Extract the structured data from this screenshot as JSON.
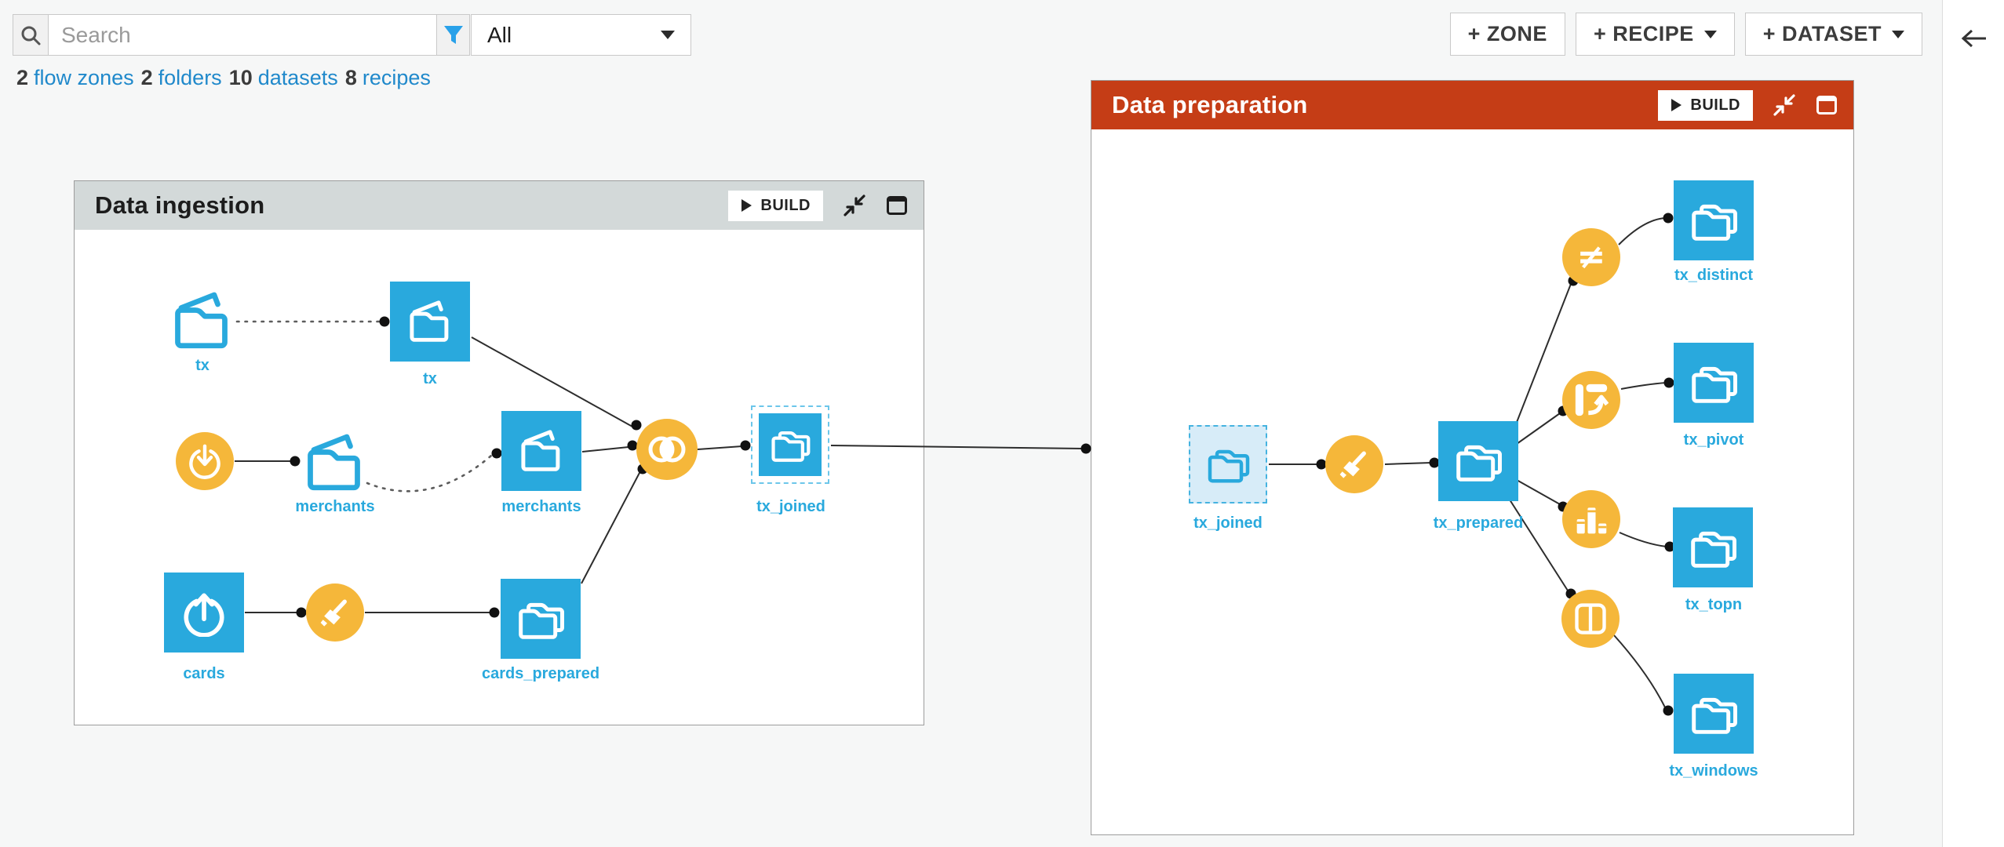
{
  "toolbar": {
    "search": {
      "placeholder": "Search"
    },
    "filter_dropdown": {
      "value": "All"
    },
    "actions": [
      {
        "label": "+ ZONE"
      },
      {
        "label": "+ RECIPE"
      },
      {
        "label": "+ DATASET"
      }
    ]
  },
  "summary": {
    "parts": [
      {
        "count": "2",
        "label": "flow zones"
      },
      {
        "count": "2",
        "label": "folders"
      },
      {
        "count": "10",
        "label": "datasets"
      },
      {
        "count": "8",
        "label": "recipes"
      }
    ]
  },
  "zones": [
    {
      "title": "Data ingestion",
      "build_label": "BUILD"
    },
    {
      "title": "Data preparation",
      "build_label": "BUILD"
    }
  ],
  "nodes": {
    "tx_source_folder": {
      "label": "tx",
      "kind": "managed-folder"
    },
    "tx_dataset": {
      "label": "tx",
      "kind": "dataset"
    },
    "merchants_source_folder": {
      "label": "merchants",
      "kind": "managed-folder"
    },
    "merchants_dataset": {
      "label": "merchants",
      "kind": "dataset"
    },
    "cards_dataset": {
      "label": "cards",
      "kind": "uploaded-dataset"
    },
    "cards_prepared_dataset": {
      "label": "cards_prepared",
      "kind": "dataset"
    },
    "tx_joined_dataset": {
      "label": "tx_joined",
      "kind": "dataset-selected"
    },
    "tx_joined_shared": {
      "label": "tx_joined",
      "kind": "shared-dataset"
    },
    "tx_prepared_dataset": {
      "label": "tx_prepared",
      "kind": "dataset"
    },
    "tx_distinct_dataset": {
      "label": "tx_distinct",
      "kind": "dataset"
    },
    "tx_pivot_dataset": {
      "label": "tx_pivot",
      "kind": "dataset"
    },
    "tx_topn_dataset": {
      "label": "tx_topn",
      "kind": "dataset"
    },
    "tx_windows_dataset": {
      "label": "tx_windows",
      "kind": "dataset"
    }
  },
  "recipes": {
    "download": {
      "type": "download"
    },
    "prepare_ingestion": {
      "type": "prepare"
    },
    "join": {
      "type": "join"
    },
    "prepare_preparation": {
      "type": "prepare"
    },
    "distinct": {
      "type": "distinct",
      "glyph": "≠"
    },
    "pivot": {
      "type": "pivot"
    },
    "topn": {
      "type": "top-n"
    },
    "window": {
      "type": "window"
    }
  },
  "colors": {
    "dataset_blue": "#29a9dd",
    "recipe_yellow": "#f5b73a",
    "zone_header_gray": "#d3d9d9",
    "zone_header_red": "#c53d16",
    "link_blue": "#2089cb",
    "canvas_bg": "#f6f7f7"
  }
}
